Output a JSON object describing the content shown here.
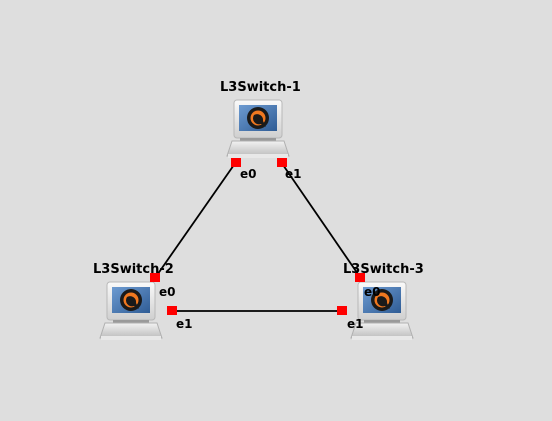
{
  "colors": {
    "background": "#dedede",
    "link": "#000000",
    "port": "#ff0000",
    "screen": "#4a78b0",
    "laptop_body": "#d6d6d6"
  },
  "nodes": [
    {
      "id": "n1",
      "label": "L3Switch-1",
      "icon": "laptop-router-icon"
    },
    {
      "id": "n2",
      "label": "L3Switch-2",
      "icon": "laptop-router-icon"
    },
    {
      "id": "n3",
      "label": "L3Switch-3",
      "icon": "laptop-router-icon"
    }
  ],
  "links": [
    {
      "from": "L3Switch-1",
      "from_port": "e0",
      "to": "L3Switch-2",
      "to_port": "e0"
    },
    {
      "from": "L3Switch-1",
      "from_port": "e1",
      "to": "L3Switch-3",
      "to_port": "e0"
    },
    {
      "from": "L3Switch-2",
      "from_port": "e1",
      "to": "L3Switch-3",
      "to_port": "e1"
    }
  ],
  "port_labels": {
    "n1_e0": "e0",
    "n1_e1": "e1",
    "n2_e0": "e0",
    "n2_e1": "e1",
    "n3_e0": "e0",
    "n3_e1": "e1"
  }
}
